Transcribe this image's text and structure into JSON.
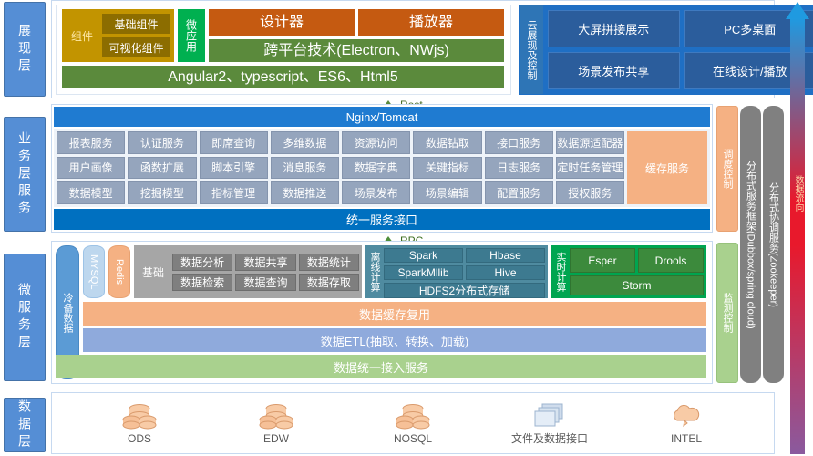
{
  "layers": {
    "presentation": "展现层",
    "business": "业务层服务",
    "microservice": "微服务层",
    "data": "数据层"
  },
  "presentation": {
    "components": {
      "title": "组件",
      "items": [
        "基础组件",
        "可视化组件"
      ]
    },
    "micro_app": "微应用",
    "designer": "设计器",
    "player": "播放器",
    "cross_platform": "跨平台技术(Electron、NWjs)",
    "frontend_stack": "Angular2、typescript、ES6、Html5",
    "cloud": {
      "label": "云展现及控制",
      "items": [
        "大屏拼接展示",
        "PC多桌面",
        "场景发布共享",
        "在线设计/播放"
      ]
    }
  },
  "connectors": {
    "rest": "Rest",
    "rpc": "RPC"
  },
  "business": {
    "gateway": "Nginx/Tomcat",
    "services": [
      "报表服务",
      "认证服务",
      "即席查询",
      "多维数据",
      "资源访问",
      "数据钻取",
      "接口服务",
      "数据源适配器",
      "用户画像",
      "函数扩展",
      "脚本引擎",
      "消息服务",
      "数据字典",
      "关键指标",
      "日志服务",
      "定时任务管理",
      "数据模型",
      "挖掘模型",
      "指标管理",
      "数据推送",
      "场景发布",
      "场景编辑",
      "配置服务",
      "授权服务"
    ],
    "cache_service": "缓存服务",
    "unified_interface": "统一服务接口",
    "schedule_control": "调度控制"
  },
  "right_bars": {
    "dubbox": "分布式服务框架(Dubbox/spring cloud)",
    "zookeeper": "分布式协调服务(Zookeeper)"
  },
  "microservice": {
    "cold_backup": "冷备数据",
    "mysql": "MYSQL",
    "redis": "Redis",
    "base": {
      "title": "基础",
      "items": [
        "数据分析",
        "数据共享",
        "数据统计",
        "数据检索",
        "数据查询",
        "数据存取"
      ]
    },
    "offline": {
      "label": "离线计算",
      "items": [
        "Spark",
        "Hbase",
        "SparkMllib",
        "Hive"
      ],
      "storage": "HDFS2分布式存储"
    },
    "realtime": {
      "label": "实时计算",
      "items": [
        "Esper",
        "Drools"
      ],
      "storm": "Storm"
    },
    "cache_reuse": "数据缓存复用",
    "etl": "数据ETL(抽取、转换、加载)",
    "unified_access": "数据统一接入服务",
    "monitor_control": "监测控制"
  },
  "data_sources": [
    {
      "label": "ODS",
      "icon": "database-cylinder-icon"
    },
    {
      "label": "EDW",
      "icon": "database-cylinder-icon"
    },
    {
      "label": "NOSQL",
      "icon": "database-cylinder-icon"
    },
    {
      "label": "文件及数据接口",
      "icon": "file-stack-icon"
    },
    {
      "label": "INTEL",
      "icon": "cloud-icon"
    }
  ],
  "flow": {
    "label": "数据流向"
  },
  "colors": {
    "layer_label": "#558ed5",
    "components": "#c29400",
    "micro_app": "#00b050",
    "designer": "#c55a11",
    "frontend": "#5b8a3c",
    "cloud": "#1f6fc4",
    "gateway": "#1f7bd1",
    "service_cell": "#95a5bd",
    "cache": "#f5b183",
    "unified": "#0070c0",
    "base": "#7f7f7f",
    "offline": "#3d7a90",
    "realtime": "#3c8a3c",
    "etl": "#8faadc",
    "access": "#a9d18e",
    "bar": "#808080"
  }
}
